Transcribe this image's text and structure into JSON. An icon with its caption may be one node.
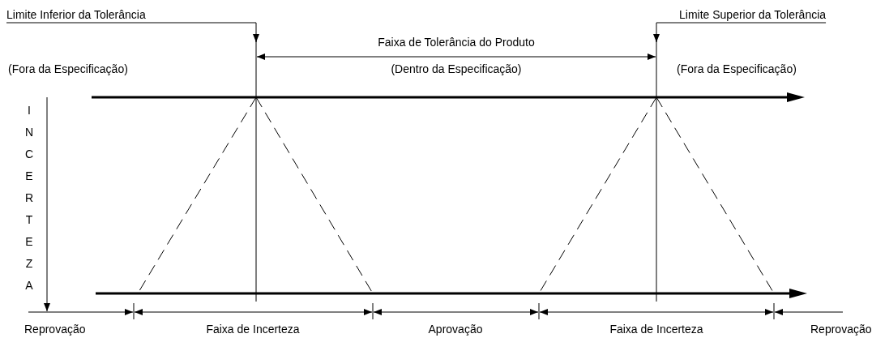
{
  "diagram": {
    "nodes": [
      {
        "text": [
          "Limite Inferior da Tolerância"
        ]
      },
      {
        "text": [
          "Limite Superior da Tolerância"
        ]
      }
    ],
    "edges": [
      {
        "from": 0,
        "to": null,
        "arrow": "to"
      },
      {
        "from": 1,
        "to": null,
        "arrow": "to"
      }
    ],
    "labels": [
      "Faixa de Tolerância do Produto",
      "(Fora da Especificação)",
      "(Dentro da Especificação)",
      "(Fora da Especificação)",
      "INCERTEZA",
      "Reprovação",
      "Faixa de Incerteza",
      "Aprovação",
      "Faixa de Incerteza",
      "Reprovação"
    ]
  }
}
